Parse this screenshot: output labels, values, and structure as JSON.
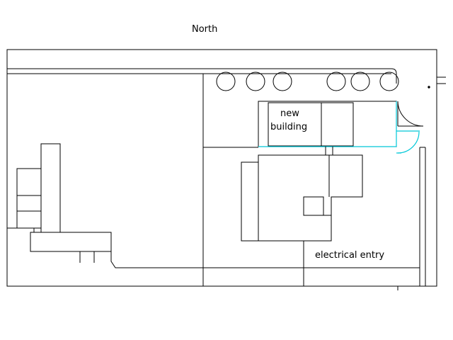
{
  "labels": {
    "north": "North",
    "new_building_line1": "new",
    "new_building_line2": "building",
    "electrical_entry": "electrical entry"
  },
  "colors": {
    "line": "#000000",
    "highlight": "#00c8d8",
    "background": "#ffffff"
  },
  "features": {
    "circles_count": 6
  }
}
